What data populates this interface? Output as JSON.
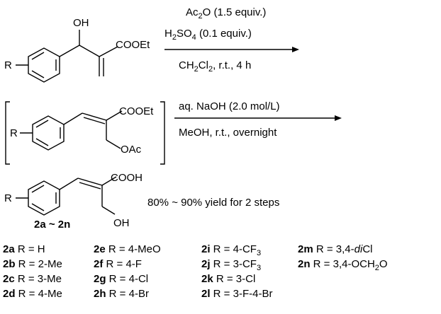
{
  "step1": {
    "reagent1": "Ac",
    "reagent1_sub": "2",
    "reagent1_tail": "O (1.5 equiv.)",
    "reagent2": "H",
    "reagent2_sub": "2",
    "reagent2_mid": "SO",
    "reagent2_sub2": "4",
    "reagent2_tail": " (0.1 equiv.)",
    "conditions_pre": "CH",
    "conditions_sub1": "2",
    "conditions_mid": "Cl",
    "conditions_sub2": "2",
    "conditions_tail": ", r.t., 4 h"
  },
  "step2": {
    "reagent": "aq. NaOH (2.0 mol/L)",
    "conditions": "MeOH, r.t., overnight"
  },
  "labels": {
    "oh": "OH",
    "cooet": "COOEt",
    "r": "R",
    "oac": "OAc",
    "cooh": "COOH",
    "product_range": "2a ~ 2n",
    "yield": "80% ~ 90% yield for 2 steps"
  },
  "substituents": {
    "col1": [
      {
        "code": "2a",
        "text": " R = H"
      },
      {
        "code": "2b",
        "text": " R = 2-Me"
      },
      {
        "code": "2c",
        "text": " R = 3-Me"
      },
      {
        "code": "2d",
        "text": " R = 4-Me"
      }
    ],
    "col2": [
      {
        "code": "2e",
        "text": " R = 4-MeO"
      },
      {
        "code": "2f",
        "text": "  R = 4-F"
      },
      {
        "code": "2g",
        "text": " R = 4-Cl"
      },
      {
        "code": "2h",
        "text": " R = 4-Br"
      }
    ],
    "col3": [
      {
        "code": "2i",
        "text": "  R = 4-CF",
        "sub": "3"
      },
      {
        "code": "2j",
        "text": "  R = 3-CF",
        "sub": "3"
      },
      {
        "code": "2k",
        "text": " R = 3-Cl"
      },
      {
        "code": "2l",
        "text": "  R = 3-F-4-Br"
      }
    ],
    "col4": [
      {
        "code": "2m",
        "text": " R = 3,4-",
        "ital": "di",
        "tail": "Cl"
      },
      {
        "code": "2n",
        "text": "  R = 3,4-OCH",
        "sub": "2",
        "tail": "O"
      }
    ]
  }
}
